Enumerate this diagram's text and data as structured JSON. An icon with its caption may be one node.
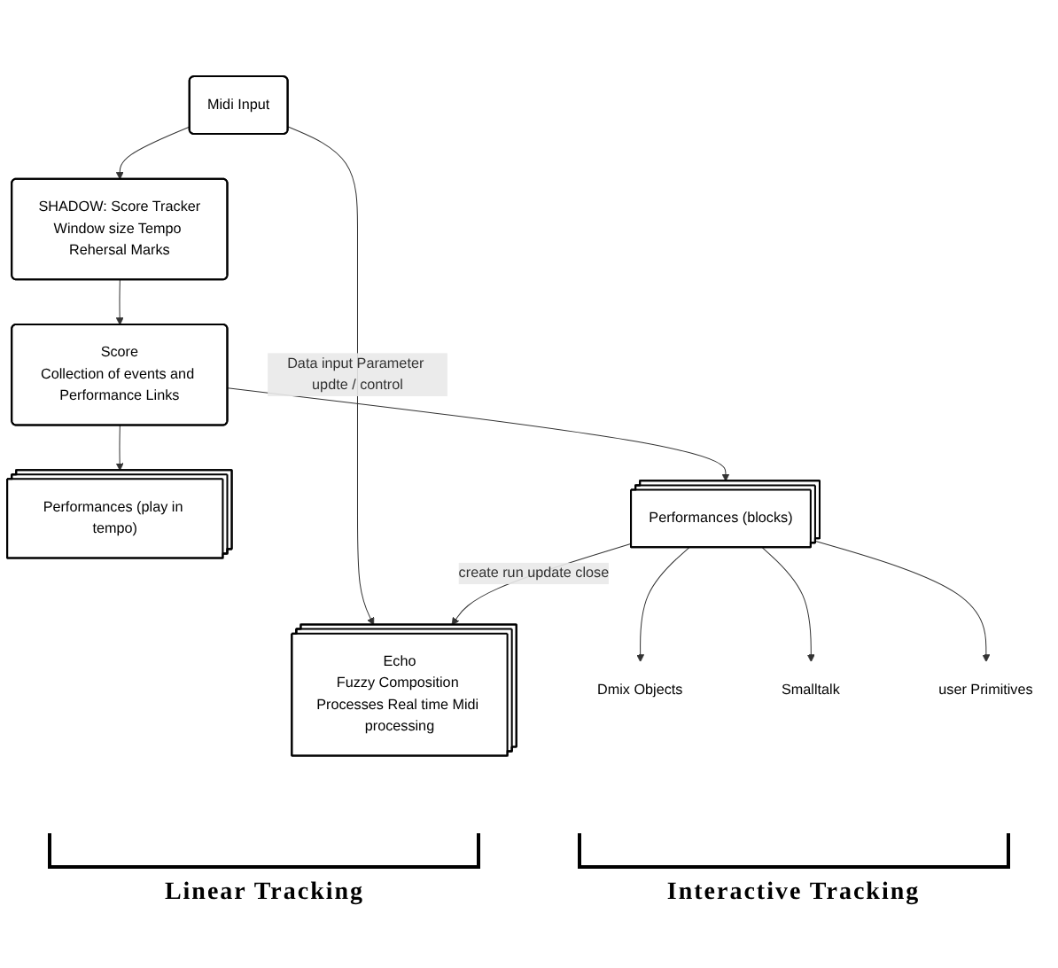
{
  "diagram": {
    "nodes": [
      {
        "text": [
          "Midi Input"
        ]
      },
      {
        "text": [
          "SHADOW: Score Tracker",
          "Window size Tempo Rehersal Marks"
        ]
      },
      {
        "text": [
          "Echo",
          "Fuzzy Composition Processes Real time Midi processing"
        ]
      },
      {
        "text": [
          "Score",
          "Collection of events and Performance Links"
        ]
      },
      {
        "text": [
          "Performances (play in tempo)"
        ]
      },
      {
        "text": [
          "Performances (blocks)"
        ]
      },
      {
        "text": [
          "Dmix Objects"
        ]
      },
      {
        "text": [
          "Smalltalk"
        ]
      },
      {
        "text": [
          "user Primitives"
        ]
      }
    ],
    "edges": [
      {
        "from": 0,
        "to": 1,
        "arrow": "to"
      },
      {
        "from": 0,
        "to": 2,
        "arrow": "to",
        "label": "Data input Parameter updte / control"
      },
      {
        "from": 1,
        "to": 3,
        "arrow": "to"
      },
      {
        "from": 3,
        "to": 4,
        "arrow": "to"
      },
      {
        "from": 3,
        "to": 5,
        "arrow": "to"
      },
      {
        "from": 5,
        "to": 2,
        "arrow": "to",
        "label": "create run update close"
      },
      {
        "from": 5,
        "to": 6,
        "arrow": "to"
      },
      {
        "from": 5,
        "to": 7,
        "arrow": "to"
      },
      {
        "from": 5,
        "to": 8,
        "arrow": "to"
      }
    ],
    "labels": [
      "Linear Tracking",
      "Interactive Tracking"
    ]
  }
}
